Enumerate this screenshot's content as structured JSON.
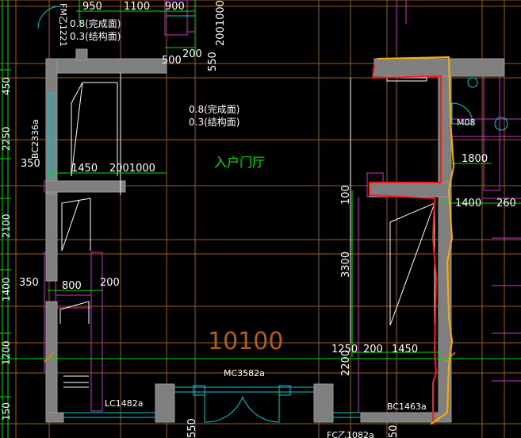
{
  "drawing": {
    "room_label": "入户门厅",
    "main_dimension": "10100",
    "annotations": {
      "top_elev_1": "0.8(完成面)",
      "top_elev_2": "0.3(结构面)",
      "center_elev_1": "0.8(完成面)",
      "center_elev_2": "0.3(结构面)"
    },
    "top_dims": {
      "d950": "950",
      "d1100": "1100",
      "d900": "900",
      "d200": "200",
      "d2001000": "2001000",
      "d550": "550",
      "d500": "500"
    },
    "left_dims": {
      "d350a": "350",
      "d350b": "350",
      "d1450": "1450",
      "d2001000": "2001000",
      "d800": "800",
      "d200": "200"
    },
    "right_dims": {
      "d100": "100",
      "d3300": "3300",
      "d2200": "2200",
      "d1250": "1250",
      "d200": "200",
      "d1450": "1450",
      "d1800": "1800",
      "d1400": "1400",
      "d260": "260"
    },
    "edge_labels": {
      "left_bc": "BC2336a",
      "top_fm": "FM乙1221",
      "m08": "M08",
      "lc": "LC1482a",
      "mc": "MC3582a",
      "bc_bottom": "BC1463a",
      "fc_bottom": "FC乙1082a",
      "bottom_550": "550",
      "bottom_50": "50",
      "left_450": "450",
      "left_2250": "2250",
      "left_2100": "2100",
      "left_1400": "1400",
      "left_1200": "1200",
      "left_150": "150"
    },
    "colors": {
      "wall_fill": "#7f7f7f",
      "grid_orange": "#9a5b1a",
      "dim_green": "#00e000",
      "text_white": "#ffffff",
      "magenta": "#cc33cc",
      "cyan": "#00cccc",
      "markup_red": "#ff1a1a",
      "markup_orange": "#ffaa00"
    }
  }
}
